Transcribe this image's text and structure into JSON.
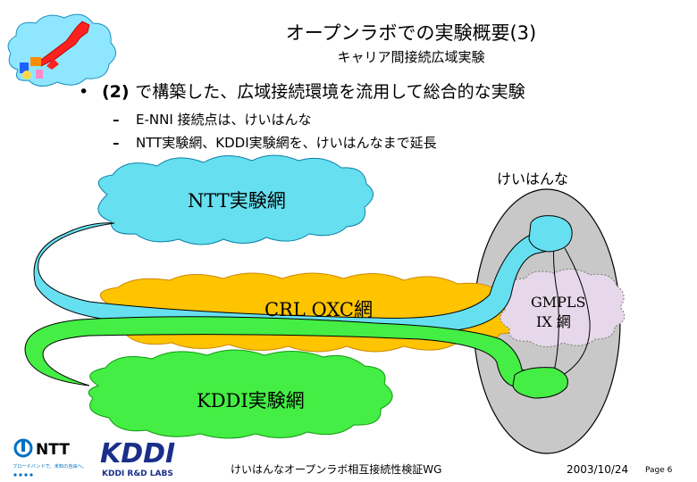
{
  "header": {
    "title": "オープンラボでの実験概要(3)",
    "subtitle": "キャリア間接続広域実験"
  },
  "bullets": {
    "main": {
      "symbol": "•",
      "lead": "(2) ",
      "text": "で構築した、広域接続環境を流用して総合的な実験"
    },
    "subs": [
      {
        "symbol": "–",
        "text": "E-NNI 接続点は、けいはんな"
      },
      {
        "symbol": "–",
        "text": "NTT実験網、KDDI実験網を、けいはんなまで延長"
      }
    ]
  },
  "diagram": {
    "labels": {
      "keihanna": "けいはんな",
      "ntt_net": "NTT実験網",
      "crl_net": "CRL OXC網",
      "gmpls_line1": "GMPLS",
      "gmpls_line2": "IX 網",
      "kddi_net": "KDDI実験網"
    },
    "colors": {
      "ntt_cloud": "#66e0f0",
      "crl_cloud": "#ffc400",
      "kddi_cloud": "#44ee44",
      "keihanna_ellipse": "#c8c8c8",
      "gmpls_cloud": "#e6d8ea"
    }
  },
  "logos": {
    "ntt_text": "NTT",
    "ntt_tagline": "ブロードバンドで、未知の自由へ。",
    "kddi_text": "KDDI",
    "kddi_sub": "KDDI R&D LABS"
  },
  "footer": {
    "center": "けいはんなオープンラボ相互接続性検証WG",
    "date": "2003/10/24",
    "page": "Page 6"
  }
}
